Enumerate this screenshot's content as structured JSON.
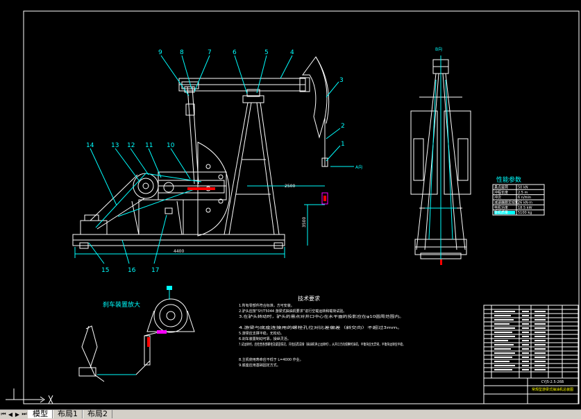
{
  "drawing": {
    "part_numbers": [
      "9",
      "8",
      "7",
      "6",
      "5",
      "4",
      "3",
      "2",
      "1",
      "14",
      "13",
      "12",
      "11",
      "10",
      "15",
      "16",
      "17"
    ],
    "dim_horizontal": "4400",
    "dim_upper": "2500",
    "dim_side": "3500",
    "side_view_label": "B向",
    "a_view_label": "A向",
    "brake_title": "刹车装置放大",
    "params_title": "性能参数",
    "tech_title": "技术要求",
    "tech_lines": [
      "1.所有零部件符合标准，方可安装。",
      "2.驴头应按“SY/T5044 游梁式抽油机要求”进行空载运转和载荷试验。",
      "3.在驴头转动时，驴头的悬点对井口中心在水平面的投影应在φ10圆周范围内。",
      "4.游梁与底座连接用的螺栓孔位对比差偏差（斜交向）不超过3mm。",
      "5.游梁应支撑平稳，无松动。",
      "6.刹车装置制动可靠，操纵灵活。",
      "7.试运转时，应检查各部螺栓及紧固情况，月检后再润滑（抽油机停止运转时），从井口方向观察时油机，平衡块应无异常，平衡块运转应平稳。",
      "8.主机使用寿命应不低于 L=4000 作业。",
      "9.底座应用基础固定方式。"
    ],
    "title_block_name": "CYJ5-2.5-26B",
    "title_block_sub": "常规型游梁式抽油机总装图"
  },
  "params": {
    "rows": [
      {
        "k": "悬点载荷",
        "v": "50 kN"
      },
      {
        "k": "冲程长度",
        "v": "2.5 m"
      },
      {
        "k": "冲次",
        "v": "6 n/min"
      },
      {
        "k": "减速器额定扭矩",
        "v": "26 kN·m"
      },
      {
        "k": "电机功率",
        "v": "18.5 kW"
      },
      {
        "k": "整机质量",
        "v": "5100 kg"
      }
    ]
  },
  "tabs": [
    "模型",
    "布局1",
    "布局2"
  ],
  "active_tab": "模型",
  "colors": {
    "background": "#000000",
    "outline": "#ffffff",
    "dimension": "#00ffff",
    "leader": "#00ffff",
    "accent_red": "#ff0000",
    "accent_magenta": "#ff00ff",
    "label": "#00ffff"
  }
}
